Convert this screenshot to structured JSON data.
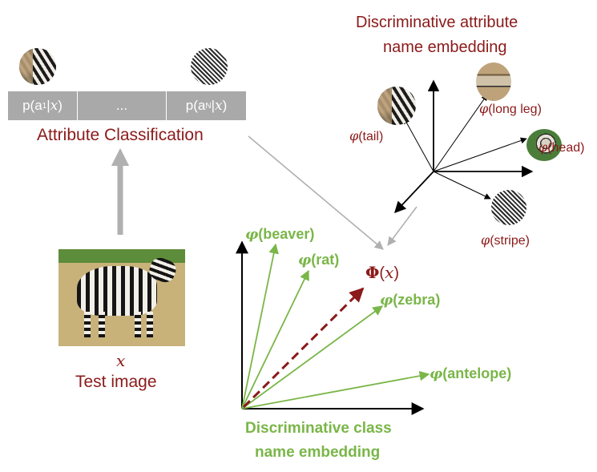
{
  "attribute_bar": {
    "cells": [
      {
        "pre": "p(a",
        "sub": "1",
        "mid": "|",
        "var": "x",
        "post": ")"
      },
      {
        "text": "..."
      },
      {
        "pre": "p(a",
        "sub": "N",
        "mid": "|",
        "var": "x",
        "post": ")"
      }
    ],
    "caption": "Attribute Classification"
  },
  "test_image": {
    "variable": "x",
    "caption": "Test image"
  },
  "attribute_space": {
    "title_line1": "Discriminative attribute",
    "title_line2": "name embedding",
    "phi": "φ",
    "attributes": [
      "(tail)",
      "(long leg)",
      "(head)",
      "(stripe)"
    ]
  },
  "class_space": {
    "caption_line1": "Discriminative class",
    "caption_line2": "name embedding",
    "phi": "φ",
    "classes": [
      "(beaver)",
      "(rat)",
      "(zebra)",
      "(antelope)"
    ],
    "projection": {
      "symbol": "Φ",
      "arg_open": "(",
      "var": "x",
      "arg_close": ")"
    }
  },
  "colors": {
    "attribute_red": "#8b1a1a",
    "class_green": "#7ab648",
    "bar_gray": "#a9a9a9",
    "arrow_gray": "#b0b0b0",
    "projection_dark_red": "#8b1a1a"
  }
}
